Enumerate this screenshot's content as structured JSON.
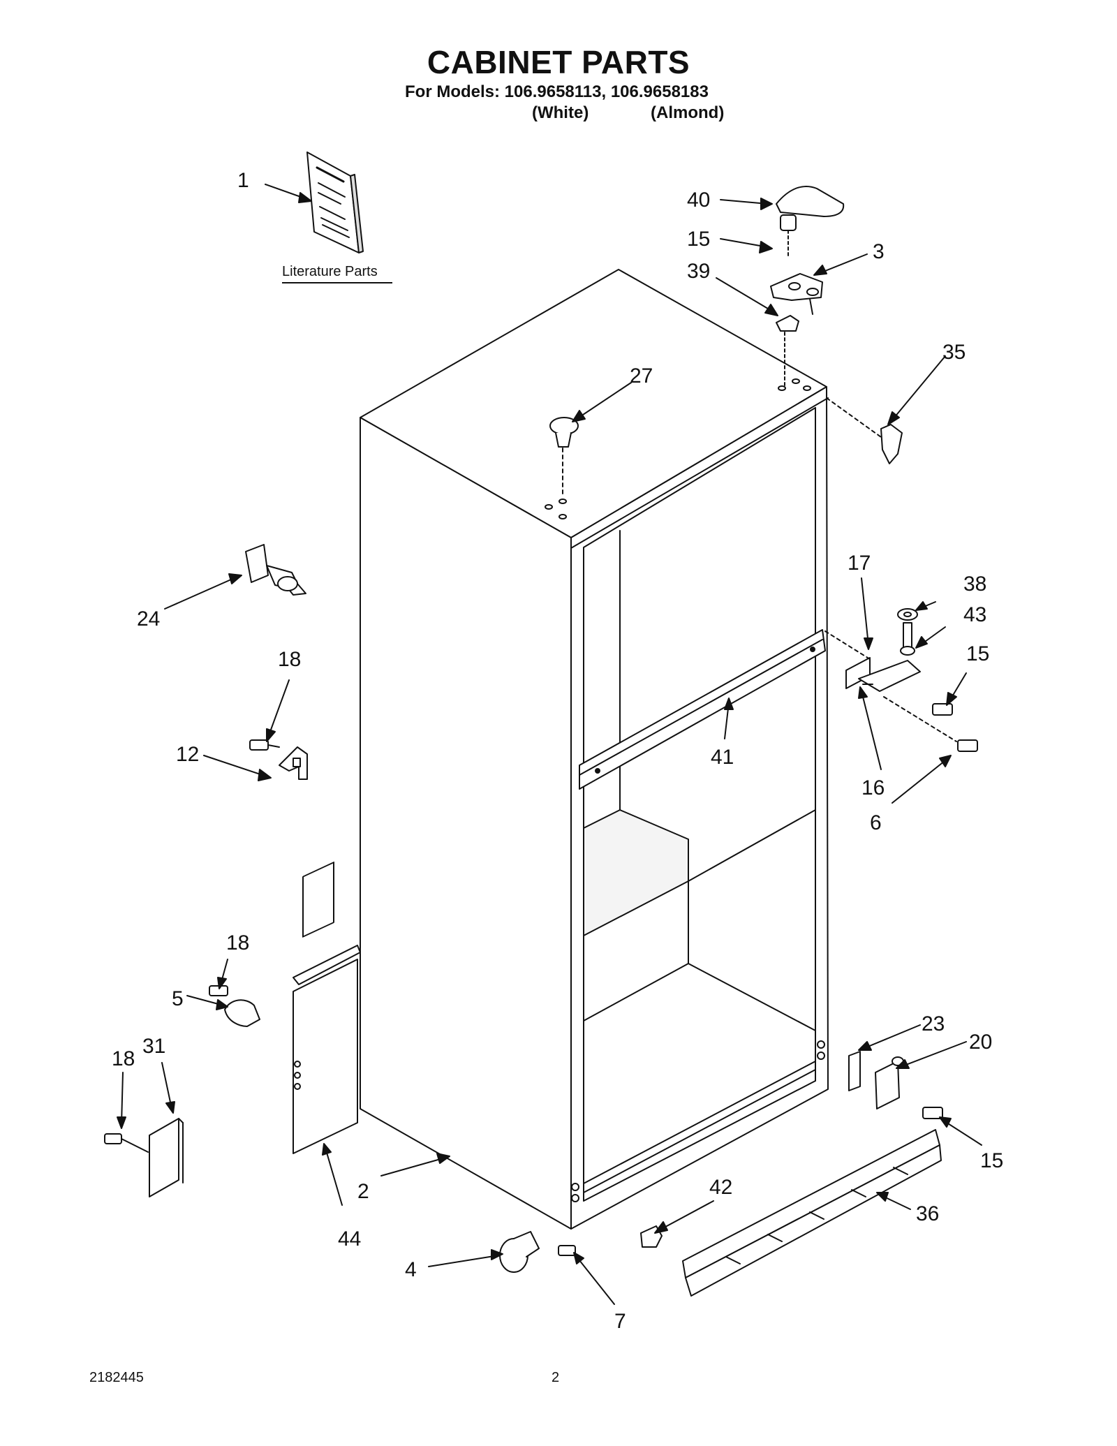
{
  "header": {
    "title": "CABINET PARTS",
    "models_line": "For Models: 106.9658113, 106.9658183",
    "color_1": "(White)",
    "color_2": "(Almond)"
  },
  "literature_label": "Literature Parts",
  "callouts": {
    "c1": "1",
    "c40": "40",
    "c15a": "15",
    "c3": "3",
    "c39": "39",
    "c35": "35",
    "c27": "27",
    "c24": "24",
    "c18a": "18",
    "c12": "12",
    "c17": "17",
    "c38": "38",
    "c43": "43",
    "c15b": "15",
    "c41": "41",
    "c16": "16",
    "c6": "6",
    "c18b": "18",
    "c5": "5",
    "c31": "31",
    "c18c": "18",
    "c23": "23",
    "c20": "20",
    "c15c": "15",
    "c2": "2",
    "c44": "44",
    "c42": "42",
    "c36": "36",
    "c4": "4",
    "c7": "7"
  },
  "footer": {
    "doc_number": "2182445",
    "page_number": "2"
  }
}
